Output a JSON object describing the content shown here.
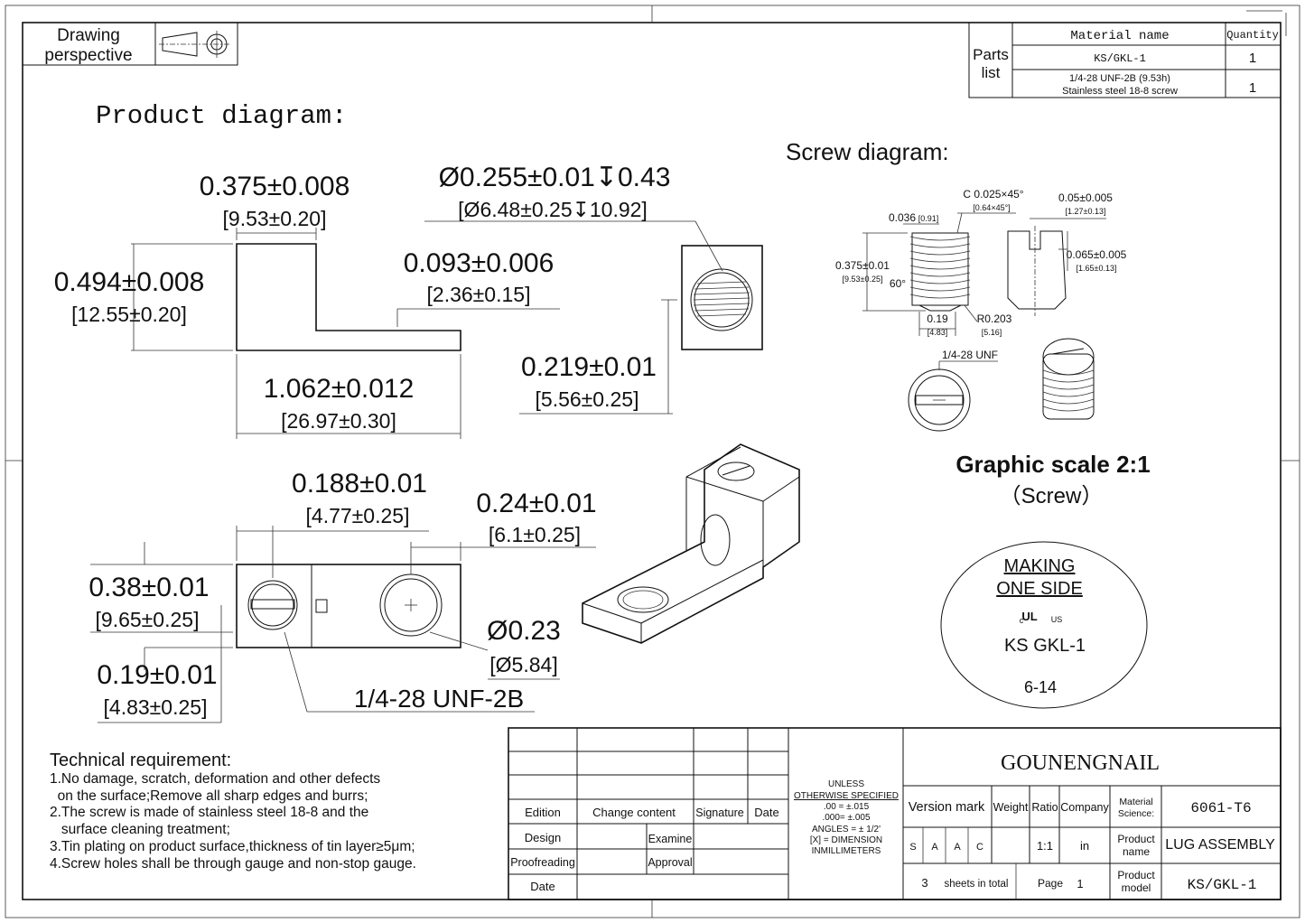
{
  "header": {
    "drawing_perspective": [
      "Drawing",
      "perspective"
    ]
  },
  "parts_list": {
    "label": [
      "Parts",
      "list"
    ],
    "col_material": "Material name",
    "col_quantity": "Quantity",
    "rows": [
      {
        "name": [
          "KS/GKL-1"
        ],
        "qty": "1"
      },
      {
        "name": [
          "1/4-28 UNF-2B (9.53h)",
          "Stainless steel 18-8 screw"
        ],
        "qty": "1"
      }
    ]
  },
  "product_diagram": {
    "title": "Product diagram:",
    "dims": {
      "width_top": "0.375±0.008",
      "width_top_mm": "[9.53±0.20]",
      "height": "0.494±0.008",
      "height_mm": "[12.55±0.20]",
      "thickness": "0.093±0.006",
      "thickness_mm": "[2.36±0.15]",
      "length": "1.062±0.012",
      "length_mm": "[26.97±0.30]",
      "hole": "Ø0.255±0.01↧0.43",
      "hole_mm": "[Ø6.48±0.25↧10.92]",
      "hole_height": "0.219±0.01",
      "hole_height_mm": "[5.56±0.25]",
      "screw_offset": "0.188±0.01",
      "screw_offset_mm": "[4.77±0.25]",
      "hole_offset": "0.24±0.01",
      "hole_offset_mm": "[6.1±0.25]",
      "base_width": "0.38±0.01",
      "base_width_mm": "[9.65±0.25]",
      "base_half": "0.19±0.01",
      "base_half_mm": "[4.83±0.25]",
      "mount_hole": "Ø0.23",
      "mount_hole_mm": "[Ø5.84]",
      "thread": "1/4-28 UNF-2B"
    }
  },
  "screw_diagram": {
    "title": "Screw diagram:",
    "dims": {
      "chamfer": "C 0.025×45°",
      "chamfer_mm": "[0.64×45°]",
      "slot_w": "0.05±0.005",
      "slot_w_mm": "[1.27±0.13]",
      "tip": "0.036",
      "tip_mm": "[0.91]",
      "length": "0.375±0.01",
      "length_mm": "[9.53±0.25]",
      "angle": "60°",
      "slot_d": "0.065±0.005",
      "slot_d_mm": "[1.65±0.13]",
      "point": "0.19",
      "point_mm": "[4.83]",
      "radius": "R0.203",
      "radius_mm": "[5.16]",
      "thread": "1/4-28 UNF"
    },
    "scale": "Graphic scale 2:1",
    "scale_sub": "（Screw）"
  },
  "marking": {
    "lines": [
      "MAKING",
      "ONE SIDE"
    ],
    "ul_c": "c",
    "ul_us": "US",
    "model": "KS GKL-1",
    "range": "6-14"
  },
  "technical": {
    "title": "Technical requirement:",
    "lines": [
      "1.No damage, scratch, deformation and other defects",
      "  on the surface;Remove all sharp edges and burrs;",
      "2.The screw is made of stainless steel 18-8 and the",
      "   surface cleaning treatment;",
      "3.Tin plating on product surface,thickness of tin layer≥5μm;",
      "4.Screw holes shall be through gauge and non-stop gauge."
    ]
  },
  "title_block": {
    "edition": "Edition",
    "change_content": "Change content",
    "signature": "Signature",
    "date": "Date",
    "design": "Design",
    "examine": "Examine",
    "proofreading": "Proofreading",
    "approval": "Approval",
    "date2": "Date",
    "tolerance": [
      "UNLESS",
      "OTHERWISE SPECIFIED",
      ".00 = ±.015",
      ".000= ±.005",
      "ANGLES = ± 1/2'",
      "[X] = DIMENSION",
      "INMILLIMETERS"
    ],
    "company_name": "GOUNENGNAIL",
    "version_mark": "Version mark",
    "weight": "Weight",
    "ratio": "Ratio",
    "company": "Company",
    "material_science": [
      "Material",
      "Science:"
    ],
    "material_value": "6061-T6",
    "version_letters": [
      "S",
      "A",
      "A",
      "C"
    ],
    "ratio_value": "1:1",
    "company_value": "in",
    "product_name_label": [
      "Product",
      "name"
    ],
    "product_name": "LUG ASSEMBLY",
    "sheets_count": "3",
    "sheets_label": "sheets in total",
    "page_label": "Page",
    "page_value": "1",
    "product_model_label": [
      "Product",
      "model"
    ],
    "product_model": "KS/GKL-1"
  }
}
